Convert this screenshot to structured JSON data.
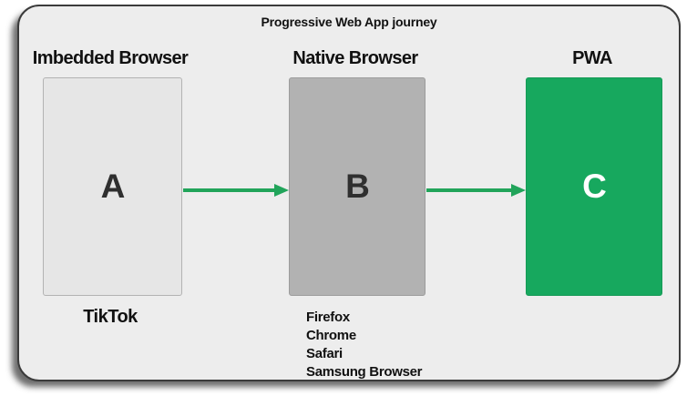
{
  "title": "Progressive Web App journey",
  "card": {
    "background": "#ededed",
    "border_color": "#3b3b3b"
  },
  "columns": [
    {
      "header": "Imbedded Browser",
      "letter": "A",
      "box_color": "#e6e6e6",
      "letter_color": "#2f2f2f",
      "caption": "TikTok"
    },
    {
      "header": "Native Browser",
      "letter": "B",
      "box_color": "#b2b2b2",
      "letter_color": "#2f2f2f",
      "browsers": [
        "Firefox",
        "Chrome",
        "Safari",
        "Samsung Browser"
      ]
    },
    {
      "header": "PWA",
      "letter": "C",
      "box_color": "#17a85e",
      "letter_color": "#ffffff"
    }
  ],
  "arrow": {
    "color": "#21a45a"
  }
}
